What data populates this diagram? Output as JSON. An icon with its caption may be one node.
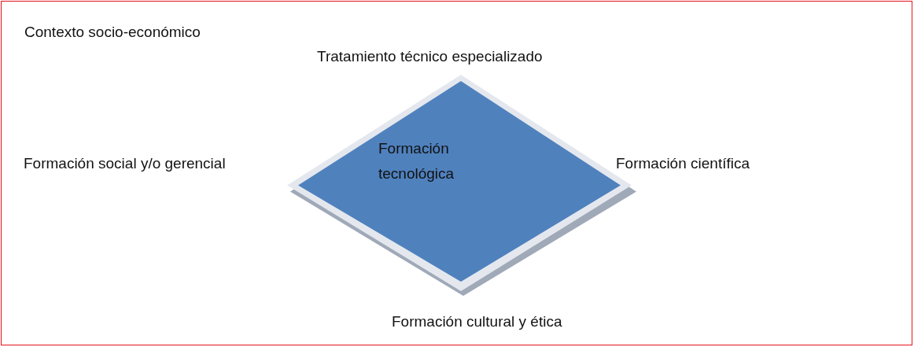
{
  "diagram": {
    "nodes": [
      {
        "text": [
          "Contexto socio-económico"
        ]
      },
      {
        "text": [
          "Formación tecnológica"
        ],
        "in": 0
      }
    ],
    "labels": [
      "Tratamiento técnico especializado",
      "Formación social y/o gerencial",
      "Formación científica",
      "Formación cultural y ética"
    ]
  }
}
